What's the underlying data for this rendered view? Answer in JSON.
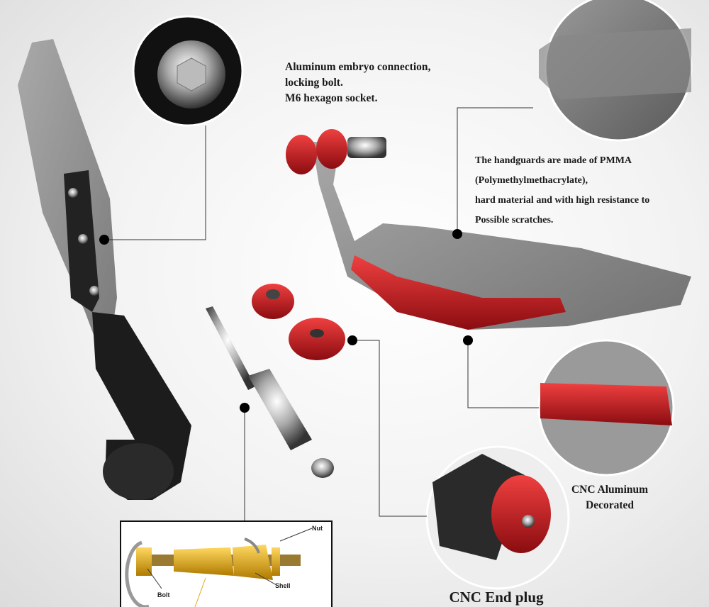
{
  "captions": {
    "bolt": [
      "Aluminum embryo connection,",
      "locking bolt.",
      "M6 hexagon socket."
    ],
    "pmma": [
      "The handguards are made of PMMA",
      "(Polymethylmethacrylate),",
      "hard material and with high resistance to",
      "Possible scratches."
    ],
    "cnc_decorated": [
      "CNC Aluminum",
      "Decorated"
    ],
    "end_plug": "CNC End plug"
  },
  "diagram": {
    "nut": "Nut",
    "bolt": "Bolt",
    "shell": "Shell"
  },
  "colors": {
    "accent_red": "#c8161d",
    "smoke": "#6b6b6b",
    "gold": "#e0a81c"
  }
}
